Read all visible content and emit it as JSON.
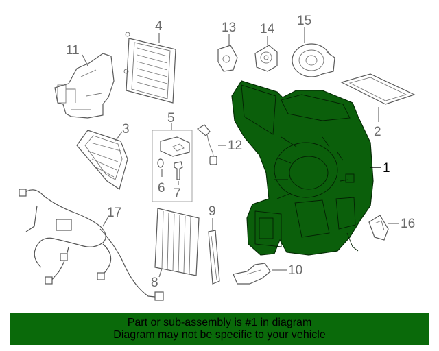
{
  "callouts": {
    "c1": "1",
    "c2": "2",
    "c3": "3",
    "c4": "4",
    "c5": "5",
    "c6": "6",
    "c7": "7",
    "c8": "8",
    "c9": "9",
    "c10": "10",
    "c11": "11",
    "c12": "12",
    "c13": "13",
    "c14": "14",
    "c15": "15",
    "c16": "16",
    "c17": "17"
  },
  "banner": {
    "line1": "Part or sub-assembly is #1 in diagram",
    "line2": "Diagram may not be specific to your vehicle"
  },
  "colors": {
    "highlight": "#0b5f0b",
    "banner_background": "#0a6a0a",
    "line_art": "#6b6b6b"
  }
}
